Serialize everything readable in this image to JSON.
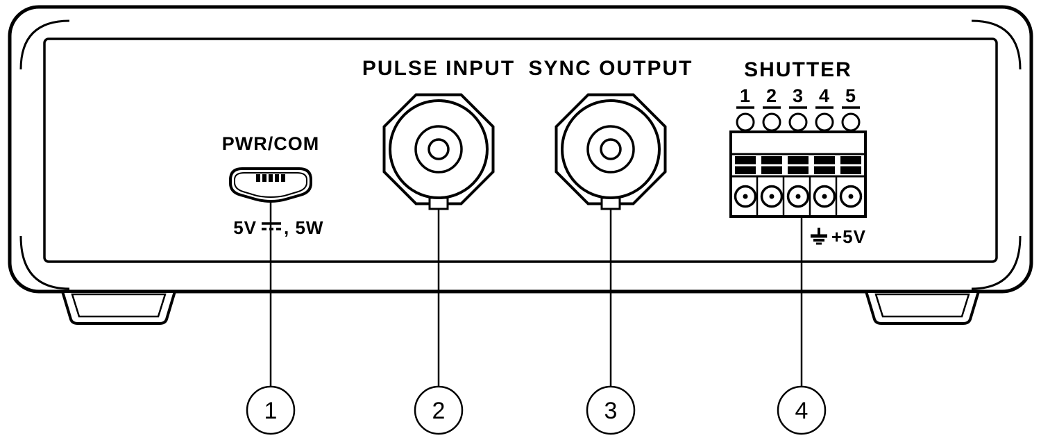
{
  "colors": {
    "ink": "#000000",
    "bg": "#ffffff"
  },
  "panel": {
    "usb": {
      "title": "PWR/COM",
      "power_prefix": "5V",
      "power_suffix": ", 5W"
    },
    "pulse_input": {
      "label": "PULSE INPUT"
    },
    "sync_output": {
      "label": "SYNC OUTPUT"
    },
    "shutter": {
      "label": "SHUTTER",
      "pins": [
        "1",
        "2",
        "3",
        "4",
        "5"
      ],
      "power_label": "+5V"
    }
  },
  "callouts": [
    {
      "number": "1"
    },
    {
      "number": "2"
    },
    {
      "number": "3"
    },
    {
      "number": "4"
    }
  ]
}
